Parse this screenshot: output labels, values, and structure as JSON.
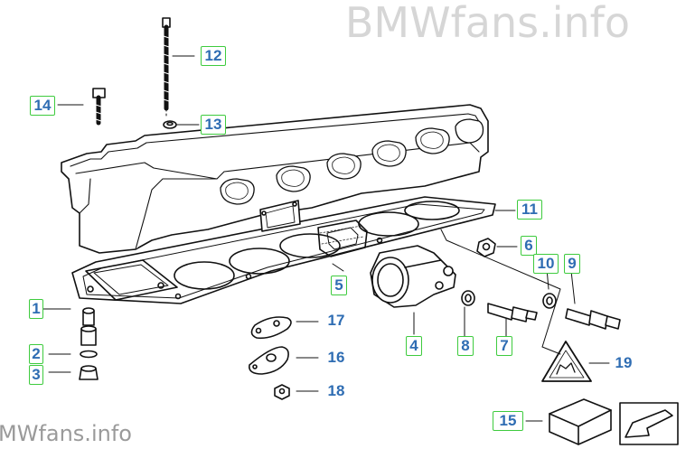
{
  "watermark": {
    "top_text": "BMWfans.info",
    "bottom_text": "MWfans.info"
  },
  "colors": {
    "callout_text": "#2f6db3",
    "callout_border": "#3ecb3e",
    "line_art": "#111111"
  },
  "callouts": [
    {
      "id": "1",
      "label": "1",
      "boxed": true
    },
    {
      "id": "2",
      "label": "2",
      "boxed": true
    },
    {
      "id": "3",
      "label": "3",
      "boxed": true
    },
    {
      "id": "4",
      "label": "4",
      "boxed": true
    },
    {
      "id": "5",
      "label": "5",
      "boxed": true
    },
    {
      "id": "6",
      "label": "6",
      "boxed": true
    },
    {
      "id": "7",
      "label": "7",
      "boxed": true
    },
    {
      "id": "8",
      "label": "8",
      "boxed": true
    },
    {
      "id": "9",
      "label": "9",
      "boxed": true
    },
    {
      "id": "10",
      "label": "10",
      "boxed": true
    },
    {
      "id": "11",
      "label": "11",
      "boxed": true
    },
    {
      "id": "12",
      "label": "12",
      "boxed": true
    },
    {
      "id": "13",
      "label": "13",
      "boxed": true
    },
    {
      "id": "14",
      "label": "14",
      "boxed": true
    },
    {
      "id": "15",
      "label": "15",
      "boxed": true
    },
    {
      "id": "16",
      "label": "16",
      "boxed": false
    },
    {
      "id": "17",
      "label": "17",
      "boxed": false
    },
    {
      "id": "18",
      "label": "18",
      "boxed": false
    },
    {
      "id": "19",
      "label": "19",
      "boxed": false
    }
  ],
  "parts": [
    "cylinder-head",
    "head-gasket",
    "exhaust-gasket",
    "head-bolt",
    "washer",
    "short-bolt",
    "thermostat-housing",
    "nut",
    "sealing-ring",
    "temperature-sensor",
    "temperature-switch",
    "dowel-sleeve",
    "o-ring",
    "plug",
    "gasket-17",
    "gasket-16",
    "hex-nut",
    "warning-label",
    "repair-kit-box",
    "arrow-symbol"
  ]
}
